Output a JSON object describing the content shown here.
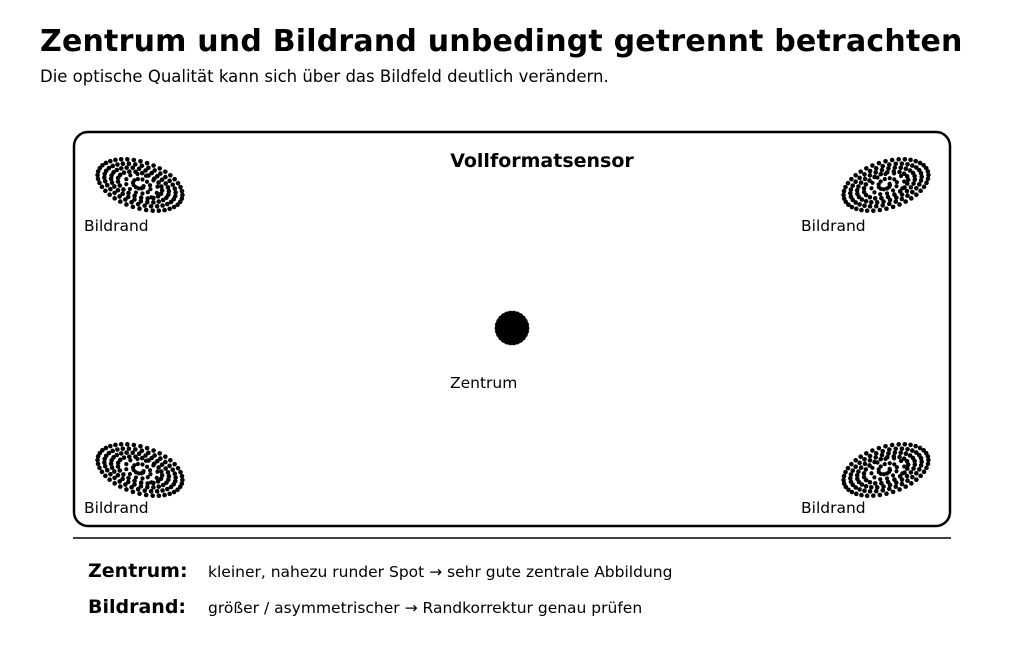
{
  "header": {
    "title": "Zentrum und Bildrand unbedingt getrennt betrachten",
    "subtitle": "Die optische Qualität kann sich über das Bildfeld deutlich verändern."
  },
  "sensor": {
    "label": "Vollformatsensor",
    "center_label": "Zentrum",
    "corners": [
      {
        "position": "top-left",
        "label": "Bildrand"
      },
      {
        "position": "top-right",
        "label": "Bildrand"
      },
      {
        "position": "bottom-left",
        "label": "Bildrand"
      },
      {
        "position": "bottom-right",
        "label": "Bildrand"
      }
    ]
  },
  "legend": [
    {
      "key": "Zentrum:",
      "text": "kleiner, nahezu runder Spot → sehr gute zentrale Abbildung"
    },
    {
      "key": "Bildrand:",
      "text": "größer / asymmetrischer → Randkorrektur genau prüfen"
    }
  ],
  "colors": {
    "ink": "#000000",
    "background": "#ffffff"
  }
}
